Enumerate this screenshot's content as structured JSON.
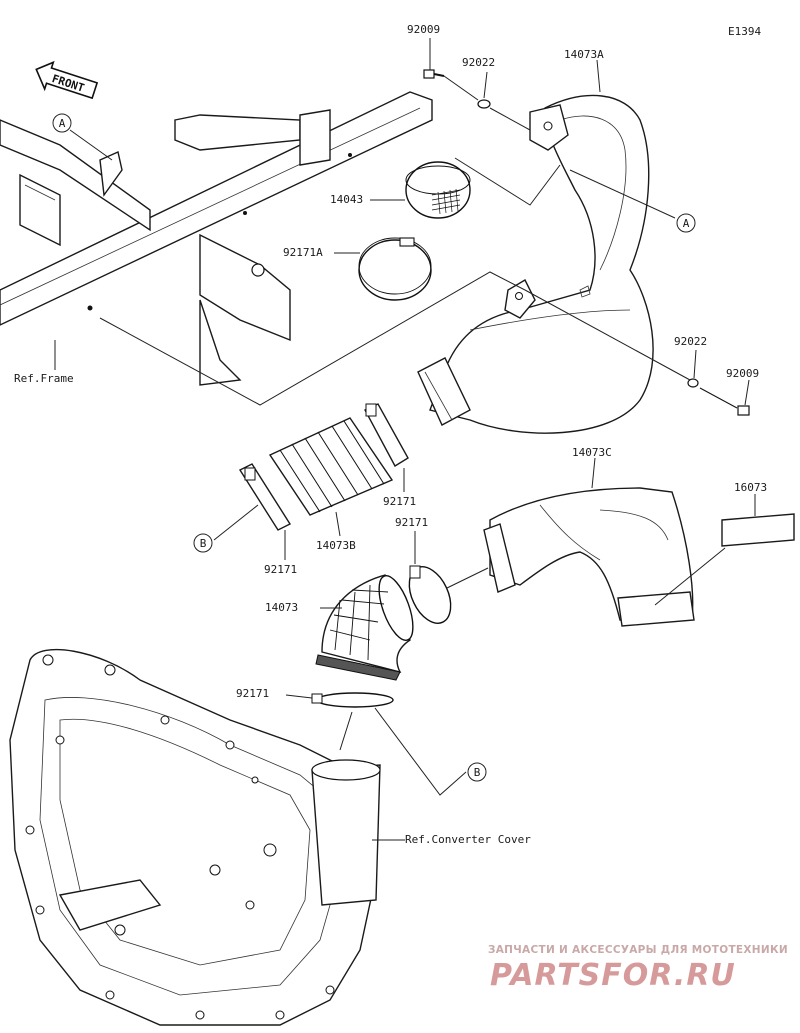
{
  "diagram_code": "E1394",
  "front_label": "FRONT",
  "part_labels": {
    "p92009_top": "92009",
    "p92022_top": "92022",
    "p14073A": "14073A",
    "p14043": "14043",
    "p92171A": "92171A",
    "p92022_right": "92022",
    "p92009_right": "92009",
    "p92171_mid": "92171",
    "p14073C": "14073C",
    "p16073": "16073",
    "p92171_mid2": "92171",
    "p92171_left": "92171",
    "p14073B": "14073B",
    "p14073": "14073",
    "p92171_bottom": "92171"
  },
  "ref_labels": {
    "frame": "Ref.Frame",
    "converter_cover": "Ref.Converter Cover"
  },
  "callouts": {
    "a_top": "A",
    "a_right": "A",
    "b_left": "B",
    "b_bottom": "B"
  },
  "watermark": {
    "subtitle": "ЗАПЧАСТИ И АКСЕССУАРЫ ДЛЯ МОТОТЕХНИКИ",
    "brand": "PARTSFOR.RU"
  }
}
